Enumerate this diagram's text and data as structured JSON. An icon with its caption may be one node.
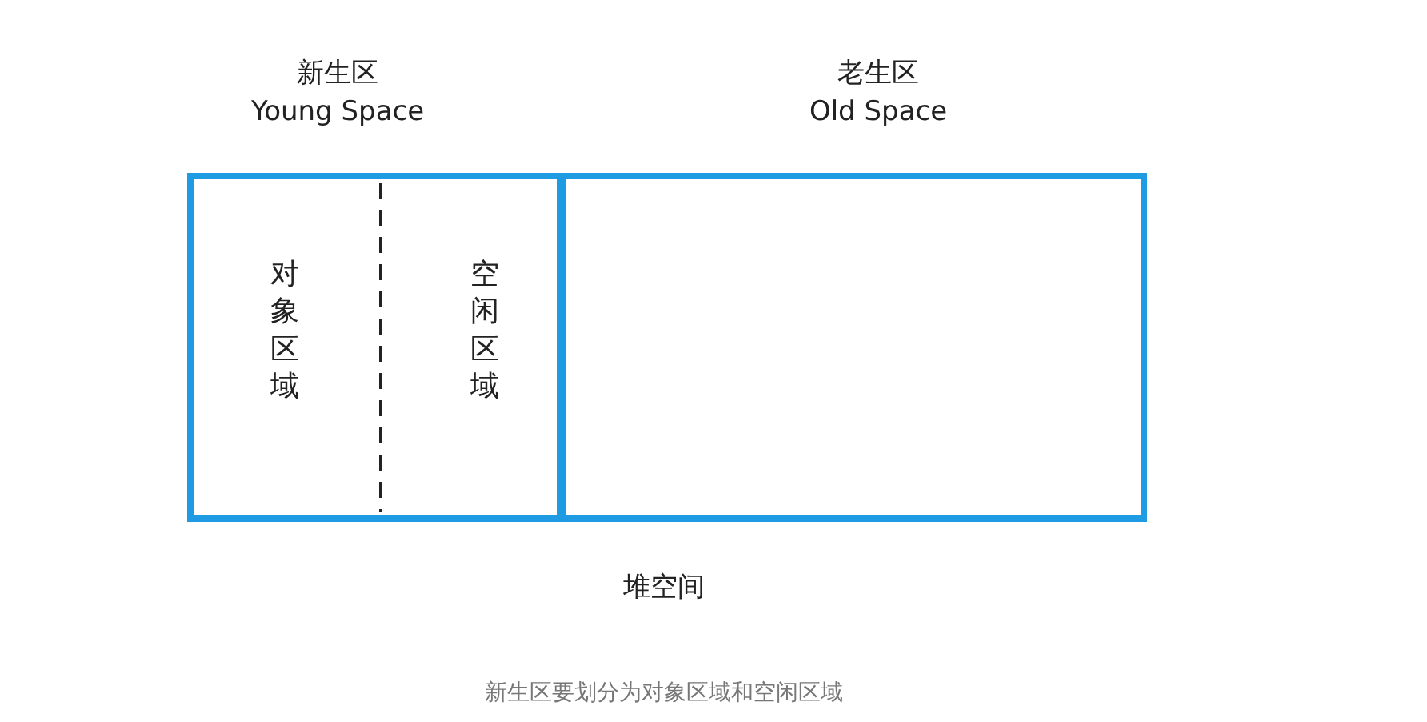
{
  "diagram": {
    "caption": "新生区要划分为对象区域和空闲区域",
    "nodes": [
      {
        "text": [
          "新生区",
          "Young Space"
        ]
      },
      {
        "text": [
          "对象区域"
        ],
        "in": 0
      },
      {
        "text": [
          "空闲区域"
        ],
        "in": 0
      },
      {
        "text": [
          "老生区",
          "Old Space"
        ]
      }
    ],
    "labels": [
      "堆空间"
    ]
  }
}
